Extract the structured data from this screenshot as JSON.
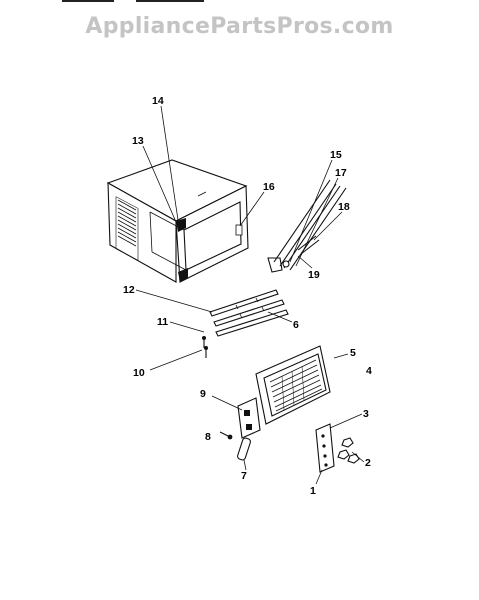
{
  "watermark": {
    "text": "AppliancePartsPros.com",
    "color": "#c4c4c4"
  },
  "diagram": {
    "callouts": [
      {
        "id": "1",
        "part": "bracket-plate"
      },
      {
        "id": "2",
        "part": "nuts"
      },
      {
        "id": "3",
        "part": "mounting-bracket"
      },
      {
        "id": "4",
        "part": "front-grille"
      },
      {
        "id": "5",
        "part": "grille-louvers"
      },
      {
        "id": "6",
        "part": "side-strip-lower"
      },
      {
        "id": "7",
        "part": "seal-strip"
      },
      {
        "id": "8",
        "part": "screw"
      },
      {
        "id": "9",
        "part": "control-panel"
      },
      {
        "id": "10",
        "part": "screws"
      },
      {
        "id": "11",
        "part": "side-strip-short"
      },
      {
        "id": "12",
        "part": "side-strip-long"
      },
      {
        "id": "13",
        "part": "cabinet-frame"
      },
      {
        "id": "14",
        "part": "cabinet"
      },
      {
        "id": "15",
        "part": "rail-upper"
      },
      {
        "id": "16",
        "part": "cabinet-inner-bracket"
      },
      {
        "id": "17",
        "part": "rail-lower"
      },
      {
        "id": "18",
        "part": "rail-clip"
      },
      {
        "id": "19",
        "part": "rail-fastener"
      }
    ]
  }
}
